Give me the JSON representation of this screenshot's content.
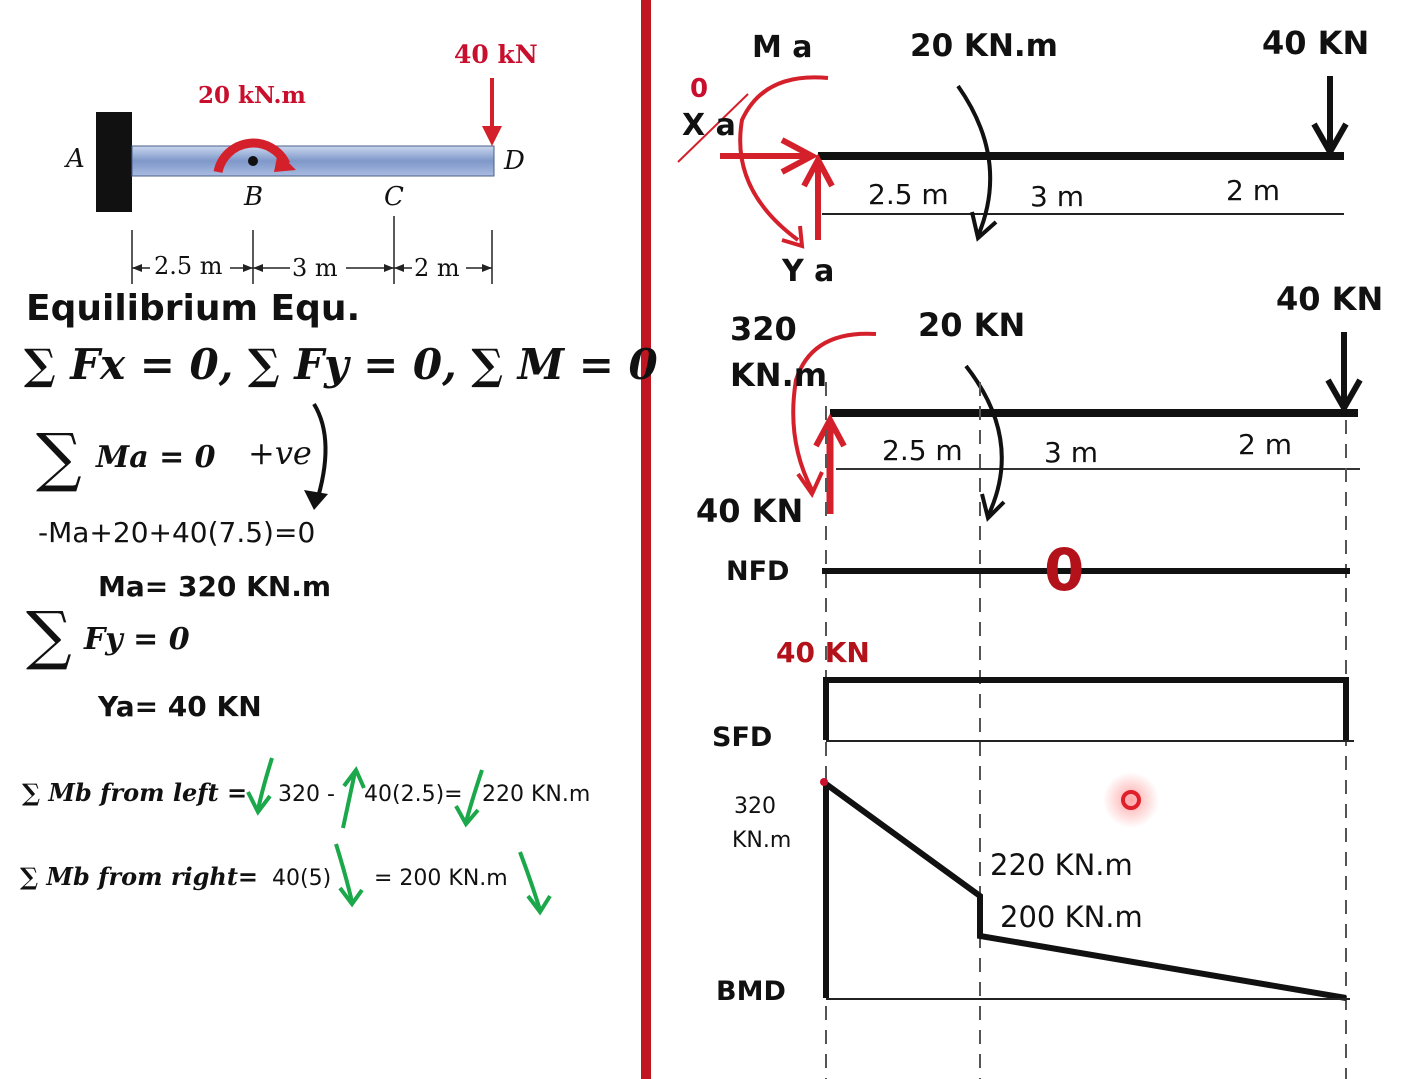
{
  "beam_figure": {
    "load_top": "40 kN",
    "moment_label": "20 kN.m",
    "points": [
      "A",
      "B",
      "C",
      "D"
    ],
    "spans": [
      "2.5 m",
      "3 m",
      "2 m"
    ]
  },
  "left": {
    "heading": "Equilibrium Equ.",
    "conditions": "∑ Fx = 0, ∑ Fy = 0, ∑ M = 0",
    "sum_ma": "Ma = 0",
    "sign": "+ve",
    "eq1": "-Ma+20+40(7.5)=0",
    "ma_result": "Ma= 320 KN.m",
    "sum_fy": "Fy = 0",
    "ya_result": "Ya= 40 KN",
    "mb_left_label": "∑ Mb from left =",
    "mb_left_a": "320 -",
    "mb_left_b": "40(2.5)=",
    "mb_left_c": "220 KN.m",
    "mb_right_label": "∑ Mb from right=",
    "mb_right_a": "40(5)",
    "mb_right_b": "= 200 KN.m"
  },
  "fbd1": {
    "ma": "M a",
    "moment": "20 KN.m",
    "load": "40 KN",
    "xa_zero": "0",
    "xa": "X a",
    "ya": "Y a",
    "spans": [
      "2.5 m",
      "3 m",
      "2 m"
    ]
  },
  "fbd2": {
    "moment_value": "320",
    "moment_unit": "KN.m",
    "moment": "20 KN",
    "load": "40 KN",
    "reaction": "40 KN",
    "spans": [
      "2.5 m",
      "3 m",
      "2 m"
    ]
  },
  "nfd": {
    "label": "NFD",
    "value": "0"
  },
  "sfd": {
    "label": "SFD",
    "value": "40 KN"
  },
  "bmd": {
    "label": "BMD",
    "val_a_num": "320",
    "val_a_unit": "KN.m",
    "val_b1": "220 KN.m",
    "val_b2": "200 KN.m"
  },
  "colors": {
    "red": "#c8102e",
    "green": "#1aa84a",
    "beam_blue": "#8aa6d6"
  }
}
